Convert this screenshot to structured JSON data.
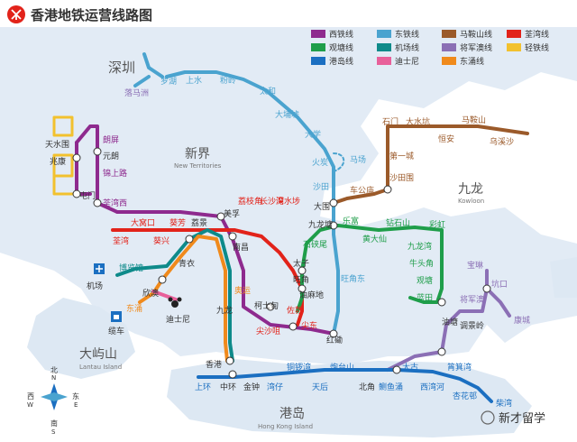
{
  "title": "香港地铁运营线路图",
  "legend": [
    {
      "name": "西铁线",
      "color": "#8e2a8e"
    },
    {
      "name": "东铁线",
      "color": "#4aa3cf"
    },
    {
      "name": "马鞍山线",
      "color": "#9b5a2a"
    },
    {
      "name": "荃湾线",
      "color": "#e2231a"
    },
    {
      "name": "观塘线",
      "color": "#1f9e4a"
    },
    {
      "name": "机场线",
      "color": "#0e8a8a"
    },
    {
      "name": "将军澳线",
      "color": "#8b6fb5"
    },
    {
      "name": "轻铁线",
      "color": "#f2c12e"
    },
    {
      "name": "港岛线",
      "color": "#1b6fc1"
    },
    {
      "name": "迪士尼",
      "color": "#e8609a"
    },
    {
      "name": "东涌线",
      "color": "#f08a1c"
    }
  ],
  "regions": {
    "shenzhen": "深圳",
    "new_territories": "新界",
    "new_territories_en": "New Territories",
    "kowloon": "九龙",
    "kowloon_en": "Kowloon",
    "lantau": "大屿山",
    "lantau_en": "Lantau Island",
    "hk_island": "港岛",
    "hk_island_en": "Hong Kong Island"
  },
  "stations": {
    "luohu": "罗湖",
    "lokmachau": "落马洲",
    "shangshui": "上水",
    "fanling": "粉岭",
    "taiwo": "太和",
    "taipomarket": "大埔墟",
    "university": "大学",
    "fotan": "火炭",
    "racecourse": "马场",
    "shatin": "沙田",
    "taiwai": "大围",
    "kowloontong": "九龙塘",
    "mongkokeast": "旺角东",
    "hunghom": "红磡",
    "wukaisha": "乌溪沙",
    "maonshan": "马鞍山",
    "heng_on": "恒安",
    "taishuiheng": "大水坑",
    "shekmun": "石门",
    "citycity": "第一城",
    "shatinwai": "沙田围",
    "chekungtemple": "车公庙",
    "tinshuiwai": "天水围",
    "siuhong": "兆康",
    "tuenmun": "屯门",
    "longping": "朗屏",
    "yuenlong": "元朗",
    "kamsheungroad": "锦上路",
    "tsuenwanwest": "荃湾西",
    "meifoo": "美孚",
    "namcheong": "南昌",
    "tsuenwan": "荃湾",
    "taiwohau": "大窝口",
    "kwaihing": "葵兴",
    "kwaifong": "葵芳",
    "laiking": "荔景",
    "laichikok": "荔枝角",
    "cheungshawan": "长沙湾",
    "shamshuipo": "深水埗",
    "princeedward": "太子",
    "mongkok": "旺角",
    "yaumatei": "油麻地",
    "jordan": "佐敦",
    "tsimshatsui": "尖沙咀",
    "tsimshatsuieast": "尖东",
    "austin": "柯士甸",
    "olympic": "奥运",
    "kowloon": "九龙",
    "tsingyi": "青衣",
    "sunnybay": "欣澳",
    "disney": "迪士尼",
    "airport": "机场",
    "asiaworld": "博览馆",
    "tungchung": "东涌",
    "cableway": "缆车",
    "shekkipmei": "石硖尾",
    "wongtaisin": "黄大仙",
    "diamondhill": "钻石山",
    "choihung": "彩虹",
    "kowloonbay": "九龙湾",
    "ngautaukok": "牛头角",
    "kwuntong": "观塘",
    "lamtin": "蓝田",
    "yautong": "油塘",
    "tiukengleng": "调景岭",
    "tseungkwano": "将军澳",
    "hanghau": "坑口",
    "polam": "宝琳",
    "lohaspark": "康城",
    "lokfu": "乐富",
    "hongkong": "香港",
    "sheungwan": "上环",
    "central": "中环",
    "admiralty": "金钟",
    "wanchai": "湾仔",
    "causewaybay": "铜锣湾",
    "tinhau": "天后",
    "fortresshill": "炮台山",
    "northpoint": "北角",
    "quarrybay": "鲗鱼涌",
    "taikoo": "太古",
    "saiwanho": "西湾河",
    "shaukeiwan": "筲箕湾",
    "hengfachuen": "杏花邨",
    "chaiwan": "柴湾"
  },
  "compass": {
    "n": "北",
    "n_en": "N",
    "s": "南",
    "s_en": "S",
    "e": "东",
    "e_en": "E",
    "w": "西",
    "w_en": "W"
  },
  "watermark": "新才留学"
}
